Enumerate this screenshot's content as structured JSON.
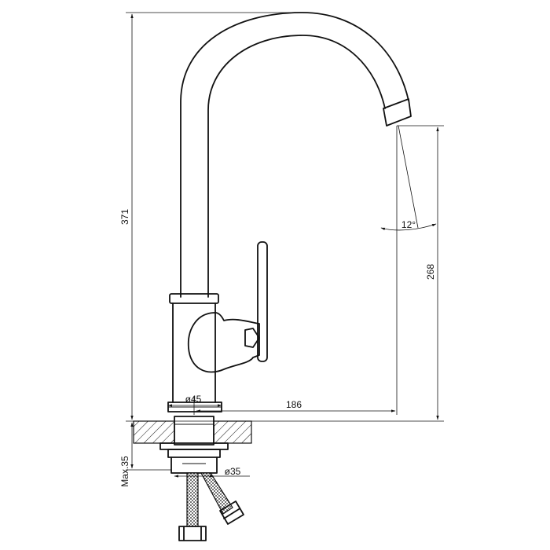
{
  "drawing": {
    "dimensions": {
      "total_height": "371",
      "spout_height": "268",
      "spout_reach": "186",
      "base_diameter": "ø45",
      "shank_diameter": "ø35",
      "max_deck": "Max.35",
      "spout_angle": "12°"
    }
  }
}
